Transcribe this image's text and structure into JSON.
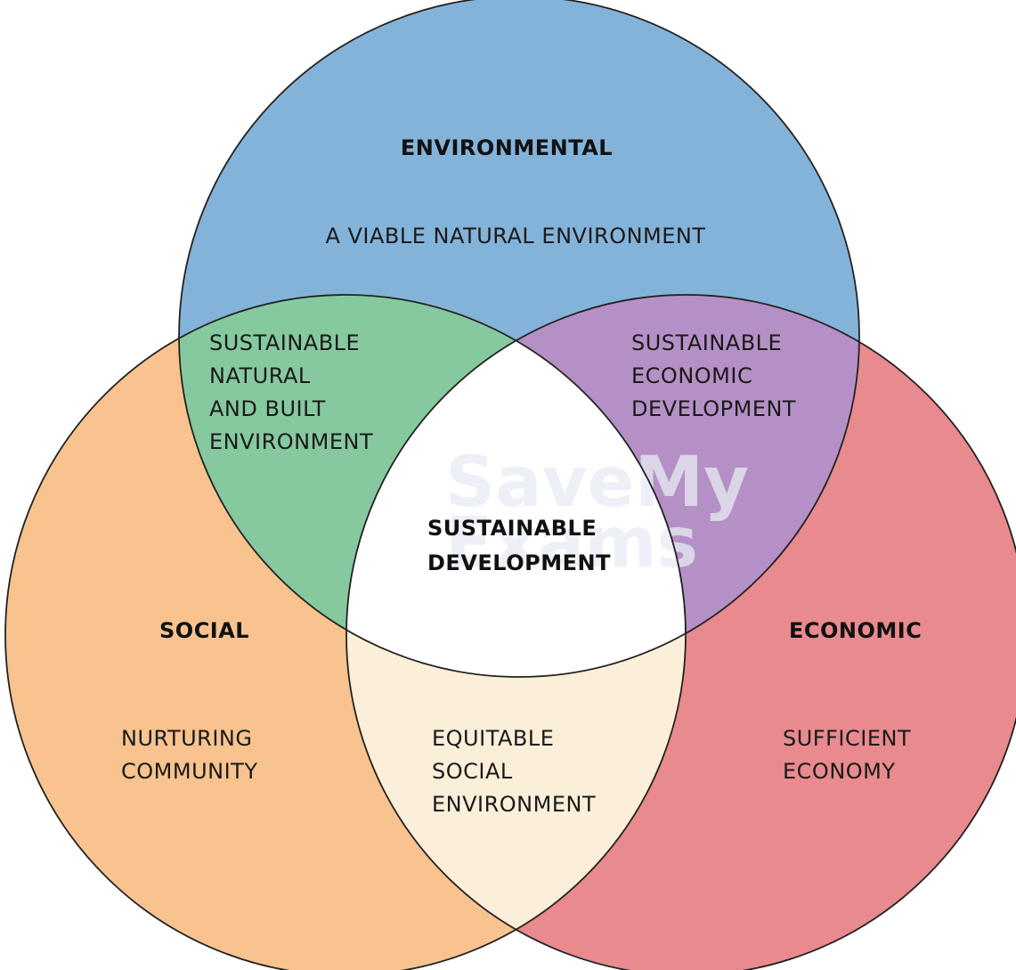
{
  "colors": {
    "environmental": "#84b3d9",
    "social": "#f8c38f",
    "economic": "#e88a8e",
    "env_social": "#86c99f",
    "env_economic": "#b590c6",
    "social_economic": "#fcefd9",
    "center": "#ffffff",
    "outline": "#222222"
  },
  "environmental": {
    "title": "ENVIRONMENTAL",
    "subtitle": "A VIABLE NATURAL ENVIRONMENT"
  },
  "social": {
    "title": "SOCIAL",
    "line1": "NURTURING",
    "line2": "COMMUNITY"
  },
  "economic": {
    "title": "ECONOMIC",
    "line1": "SUFFICIENT",
    "line2": "ECONOMY"
  },
  "env_social": {
    "line1": "SUSTAINABLE",
    "line2": "NATURAL",
    "line3": "AND BUILT",
    "line4": "ENVIRONMENT"
  },
  "env_economic": {
    "line1": "SUSTAINABLE",
    "line2": "ECONOMIC",
    "line3": "DEVELOPMENT"
  },
  "social_economic": {
    "line1": "EQUITABLE",
    "line2": "SOCIAL",
    "line3": "ENVIRONMENT"
  },
  "center": {
    "line1": "SUSTAINABLE",
    "line2": "DEVELOPMENT"
  },
  "watermark": {
    "line1": "SaveMy",
    "line2": "Exams"
  }
}
